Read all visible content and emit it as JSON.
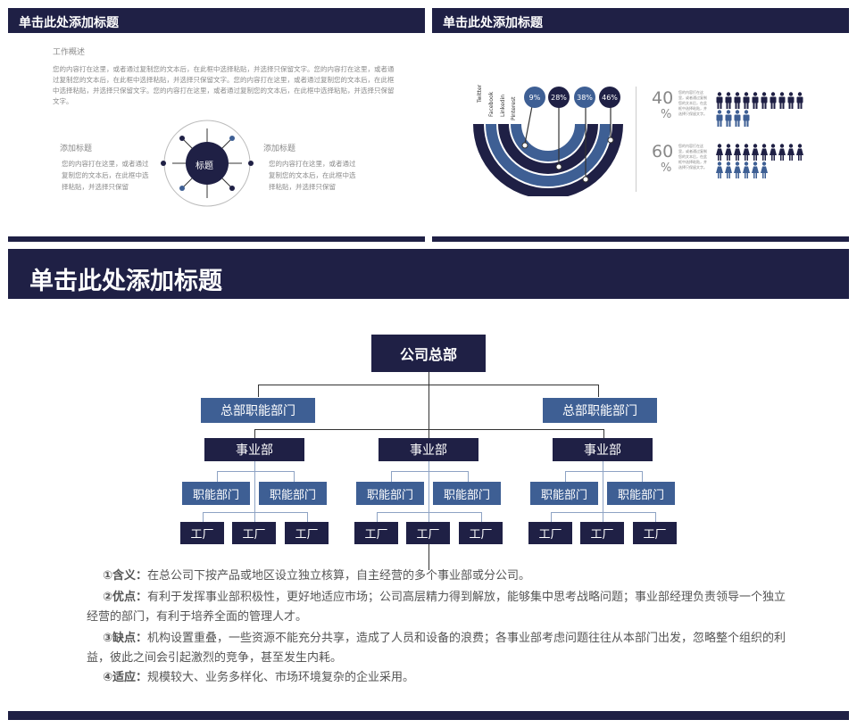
{
  "slide1": {
    "title": "单击此处添加标题",
    "overview_heading": "工作概述",
    "overview_body": "您的内容打在这里，或者通过复制您的文本后，在此框中选择粘贴，并选择只保留文字。您的内容打在这里，或者通过复制您的文本后，在此框中选择粘贴，并选择只保留文字。您的内容打在这里，或者通过复制您的文本后，在此框中选择粘贴，并选择只保留文字。您的内容打在这里，或者通过复制您的文本后，在此框中选择粘贴，并选择只保留文字。",
    "left_heading": "添加标题",
    "left_body": "您的内容打在这里，或者通过复制您的文本后，在此框中选择粘贴，并选择只保留",
    "right_heading": "添加标题",
    "right_body": "您的内容打在这里，或者通过复制您的文本后，在此框中选择粘贴，并选择只保留",
    "center_label": "标题"
  },
  "slide2": {
    "title": "单击此处添加标题",
    "social": [
      "Twitter",
      "Facebook",
      "Linkedin",
      "Pinterest"
    ],
    "percents": [
      "9%",
      "28%",
      "38%",
      "46%"
    ],
    "stat_male": "40",
    "stat_female": "60",
    "pct_sign": "%",
    "stat_text": "您的内容打在这里，或者通过复制您的文本后，在此框中选择粘贴，并选择只保留文字。"
  },
  "slide3": {
    "title": "单击此处添加标题",
    "hq": "公司总部",
    "hq_dept_left": "总部职能部门",
    "hq_dept_right": "总部职能部门",
    "division": "事业部",
    "func_dept": "职能部门",
    "factory": "工厂",
    "items": [
      {
        "label": "①含义：",
        "text": "在总公司下按产品或地区设立独立核算，自主经营的多个事业部或分公司。"
      },
      {
        "label": "②优点：",
        "text": "有利于发挥事业部积极性，更好地适应市场；公司高层精力得到解放，能够集中思考战略问题；事业部经理负责领导一个独立经营的部门，有利于培养全面的管理人才。"
      },
      {
        "label": "③缺点：",
        "text": "机构设置重叠，一些资源不能充分共享，造成了人员和设备的浪费；各事业部考虑问题往往从本部门出发，忽略整个组织的利益，彼此之间会引起激烈的竞争，甚至发生内耗。"
      },
      {
        "label": "④适应：",
        "text": "规模较大、业务多样化、市场环境复杂的企业采用。"
      }
    ]
  },
  "colors": {
    "navy": "#1f2045",
    "blue": "#3e5f94"
  },
  "icons": [
    "male-person-icon",
    "female-person-icon"
  ]
}
